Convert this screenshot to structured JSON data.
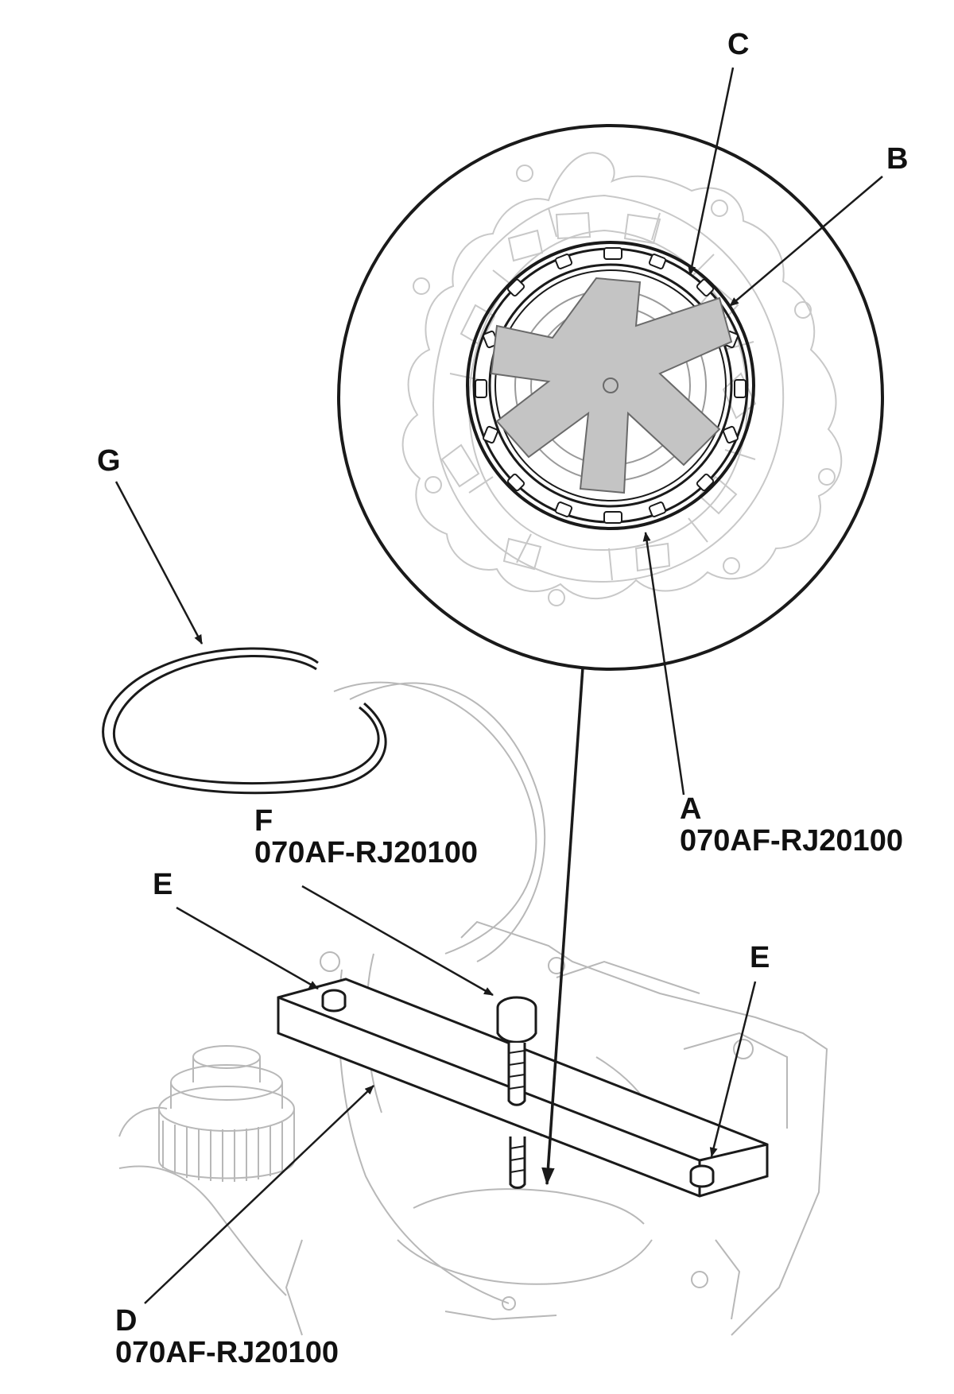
{
  "colors": {
    "line": "#1a1a1a",
    "faint": "#b8b8b8",
    "tool_fill": "#c4c4c4",
    "background": "#ffffff"
  },
  "callouts": {
    "a": {
      "letter": "A",
      "code": "070AF-RJ20100"
    },
    "b": {
      "letter": "B"
    },
    "c": {
      "letter": "C"
    },
    "d": {
      "letter": "D",
      "code": "070AF-RJ20100"
    },
    "e1": {
      "letter": "E"
    },
    "e2": {
      "letter": "E"
    },
    "f": {
      "letter": "F",
      "code": "070AF-RJ20100"
    },
    "g": {
      "letter": "G"
    }
  }
}
